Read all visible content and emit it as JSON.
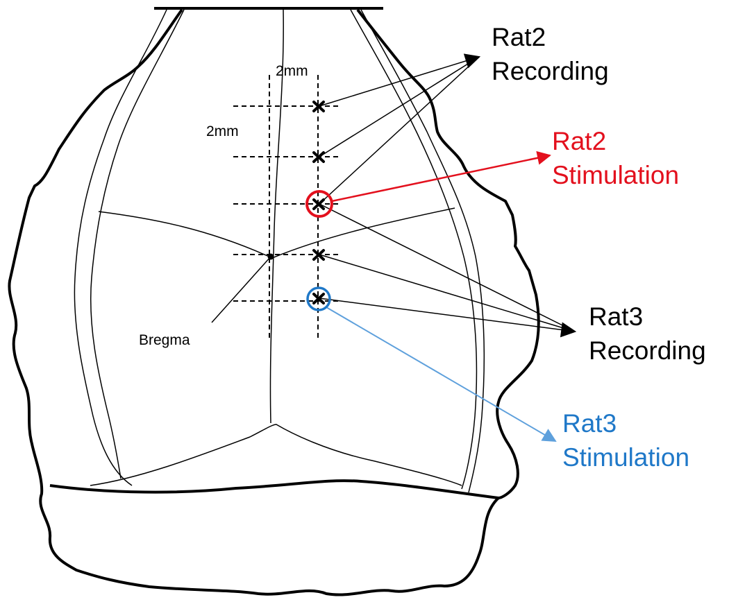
{
  "labels": {
    "rat2_recording": [
      "Rat2",
      "Recording"
    ],
    "rat2_stimulation": [
      "Rat2",
      "Stimulation"
    ],
    "rat3_recording": [
      "Rat3",
      "Recording"
    ],
    "rat3_stimulation": [
      "Rat3",
      "Stimulation"
    ],
    "bregma": "Bregma",
    "scale_horizontal": "2mm",
    "scale_vertical": "2mm"
  },
  "colors": {
    "ink": "#000000",
    "rat2_stimulation": "#e3101d",
    "rat3_stimulation": "#1f78c8",
    "rat3_stimulation_arrow": "#5ea0dc"
  }
}
